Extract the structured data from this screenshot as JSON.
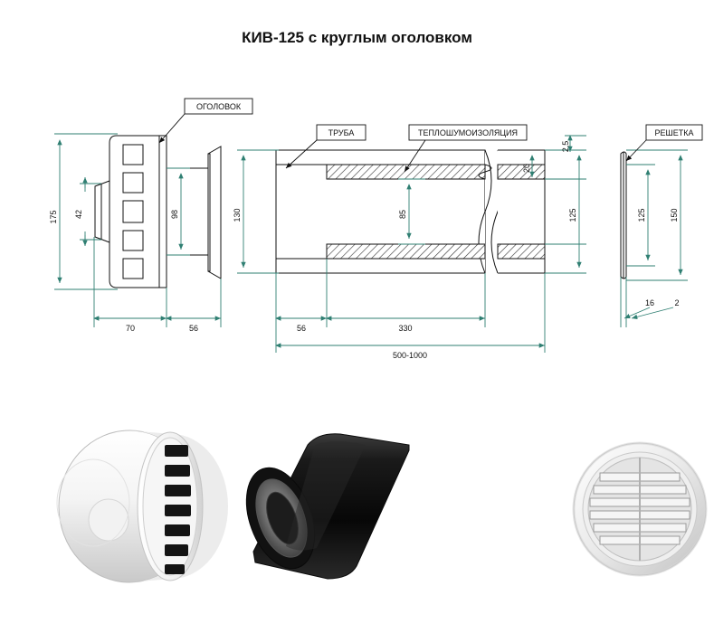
{
  "page": {
    "title": "КИВ-125 с круглым оголовком",
    "background": "#ffffff",
    "line_color": "#2f7f72",
    "ink_color": "#111111"
  },
  "callouts": [
    {
      "id": "ogolovok",
      "label": "ОГОЛОВОК"
    },
    {
      "id": "truba",
      "label": "ТРУБА"
    },
    {
      "id": "teploshumoizolyaciya",
      "label": "ТЕПЛОШУМОИЗОЛЯЦИЯ"
    },
    {
      "id": "reshetka",
      "label": "РЕШЕТКА"
    }
  ],
  "dimensions": {
    "head": [
      {
        "id": "h-175",
        "value": "175",
        "orient": "vertical"
      },
      {
        "id": "h-42",
        "value": "42",
        "orient": "vertical"
      },
      {
        "id": "h-98",
        "value": "98",
        "orient": "vertical"
      },
      {
        "id": "h-70",
        "value": "70",
        "orient": "horizontal"
      },
      {
        "id": "h-56",
        "value": "56",
        "orient": "horizontal"
      }
    ],
    "pipe": [
      {
        "id": "p-130",
        "value": "130",
        "orient": "vertical"
      },
      {
        "id": "p-85",
        "value": "85",
        "orient": "vertical"
      },
      {
        "id": "p-125",
        "value": "125",
        "orient": "vertical"
      },
      {
        "id": "p-20",
        "value": "20",
        "orient": "vertical"
      },
      {
        "id": "p-2-5",
        "value": "2,5",
        "orient": "vertical"
      },
      {
        "id": "p-56",
        "value": "56",
        "orient": "horizontal"
      },
      {
        "id": "p-330",
        "value": "330",
        "orient": "horizontal"
      },
      {
        "id": "p-500-1000",
        "value": "500-1000",
        "orient": "horizontal"
      }
    ],
    "grille": [
      {
        "id": "g-125",
        "value": "125",
        "orient": "vertical"
      },
      {
        "id": "g-150",
        "value": "150",
        "orient": "vertical"
      },
      {
        "id": "g-16",
        "value": "16",
        "orient": "horizontal"
      },
      {
        "id": "g-2",
        "value": "2",
        "orient": "horizontal"
      }
    ]
  },
  "photos": [
    {
      "id": "photo-head",
      "name": "round-head-photo"
    },
    {
      "id": "photo-pipe",
      "name": "insulated-pipe-photo"
    },
    {
      "id": "photo-grille",
      "name": "round-grille-photo"
    }
  ]
}
